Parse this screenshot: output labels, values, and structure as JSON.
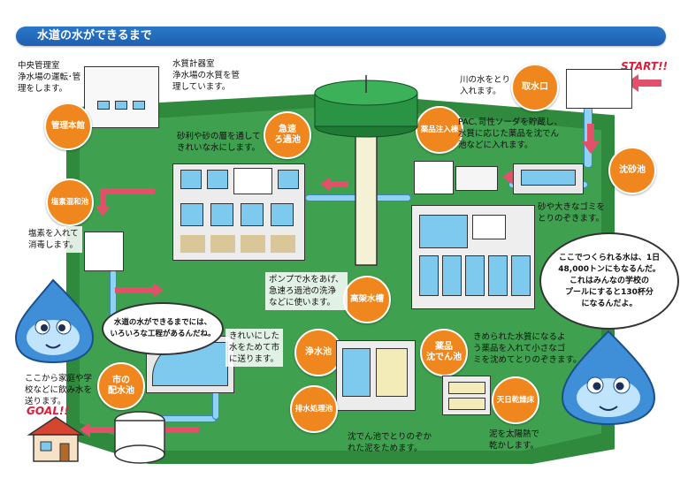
{
  "title": "水道の水ができるまで",
  "start_label": "START!!",
  "goal_label": "GOAL!!",
  "stations": {
    "intake": {
      "label": "取水口",
      "desc": "川の水をとり\n入れます。"
    },
    "grit": {
      "label": "沈砂池",
      "desc": "砂や大きなゴミを\nとりのぞきます。"
    },
    "chemical_inject": {
      "label": "薬品注入棟",
      "desc": "PAC､苛性ソーダを貯蔵し、\n水質に応じた薬品を沈でん\n池などに入れます。"
    },
    "sedimentation": {
      "label": "薬品\n沈でん池",
      "desc": "きめられた水質になるよ\nう薬品を入れて小さなゴ\nミを沈めてとりのぞきます。"
    },
    "elevated_tank": {
      "label": "高架水槽",
      "desc": "ポンプで水をあげ、\n急速ろ過池の洗浄\nなどに使います。"
    },
    "rapid_filter": {
      "label": "急速\nろ過池",
      "desc": "砂利や砂の層を通して\nきれいな水にします。"
    },
    "chlorine": {
      "label": "塩素混和池",
      "desc": "塩素を入れて\n消毒します。"
    },
    "control": {
      "label": "管理本館",
      "desc": "中央管理室\n浄水場の運転･管\n理をします。"
    },
    "quality_room": {
      "desc": "水質計器室\n浄水場の水質を管\n理しています。"
    },
    "clear_well": {
      "label": "浄水池",
      "desc": "きれいにした\n水をためて市\nに送ります。"
    },
    "sludge": {
      "label": "排水処理池",
      "desc": "沈でん池でとりのぞか\nれた泥をためます。"
    },
    "sun_dry": {
      "label": "天日乾燥床",
      "desc": "泥を太陽熱で\n乾かします。"
    },
    "city_reservoir": {
      "label": "市の\n配水池",
      "desc": "ここから家庭や学\n校などに飲み水を\n送ります。"
    }
  },
  "bubbles": {
    "left": "水道の水ができるまでには、\nいろいろな工程があるんだね。",
    "right": "ここでつくられる水は、1日\n48,000トンにもなるんだ。\nこれはみんなの学校の\nプールにすると130杯分\nになるんだよ。"
  },
  "colors": {
    "ground": "#2f8a3e",
    "badge": "#f0871e",
    "water": "#7ec9ee",
    "arrow": "#e2506a",
    "title_bar": "#2a78c8"
  }
}
